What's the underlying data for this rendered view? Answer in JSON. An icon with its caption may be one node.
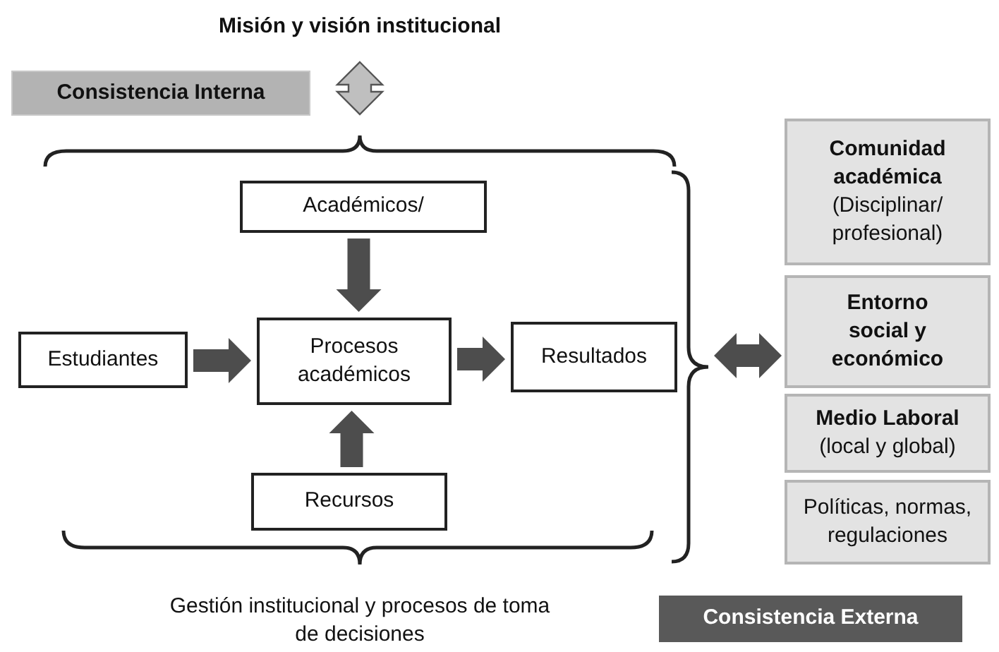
{
  "diagram": {
    "nodes": [
      {
        "text": [
          "Misión y visión institucional"
        ]
      },
      {
        "text": [
          "Consistencia Interna"
        ]
      },
      {
        "text": [
          "Académicos/"
        ]
      },
      {
        "text": [
          "Estudiantes"
        ]
      },
      {
        "text": [
          "Procesos académicos"
        ]
      },
      {
        "text": [
          "Resultados"
        ]
      },
      {
        "text": [
          "Recursos"
        ]
      },
      {
        "text": [
          "Comunidad académica",
          "(Disciplinar/ profesional)"
        ]
      },
      {
        "text": [
          "Entorno social y económico"
        ]
      },
      {
        "text": [
          "Medio Laboral",
          "(local y global)"
        ]
      },
      {
        "text": [
          "Políticas, normas, regulaciones"
        ]
      },
      {
        "text": [
          "Consistencia Externa"
        ]
      },
      {
        "text": [],
        "shape": "brace"
      },
      {
        "text": [],
        "shape": "brace"
      }
    ],
    "edges": [
      {
        "from": 0,
        "to": 12,
        "arrow": "both",
        "color": "#bfbfbf"
      },
      {
        "from": 2,
        "to": 4,
        "arrow": "to"
      },
      {
        "from": 3,
        "to": 4,
        "arrow": "to"
      },
      {
        "from": 4,
        "to": 5,
        "arrow": "to"
      },
      {
        "from": 6,
        "to": 4,
        "arrow": "to"
      },
      {
        "from": 13,
        "to": 8,
        "arrow": "both"
      }
    ],
    "labels": [
      "Gestión institucional y procesos de toma de decisiones"
    ]
  }
}
